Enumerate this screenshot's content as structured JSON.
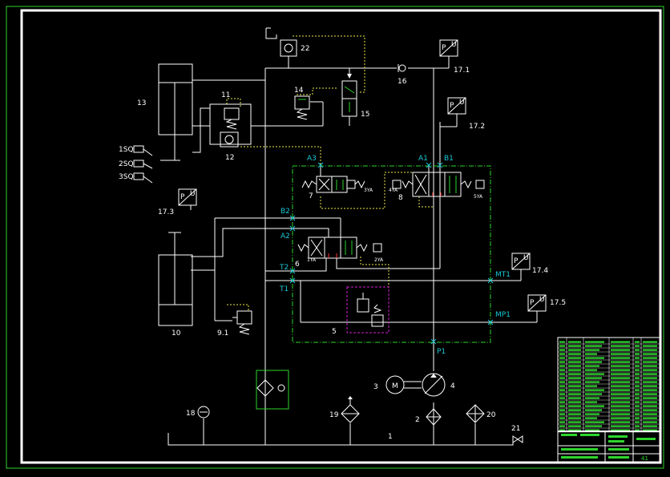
{
  "drawing": {
    "component_numbers": {
      "c1": "1",
      "c2": "2",
      "c3": "3",
      "c4": "4",
      "c5": "5",
      "c6": "6",
      "c7": "7",
      "c8": "8",
      "c91": "9.1",
      "c10": "10",
      "c11": "11",
      "c12": "12",
      "c13": "13",
      "c14": "14",
      "c15": "15",
      "c16": "16",
      "c171": "17.1",
      "c172": "17.2",
      "c173": "17.3",
      "c174": "17.4",
      "c175": "17.5",
      "c18": "18",
      "c19": "19",
      "c20": "20",
      "c21": "21",
      "c22": "22"
    },
    "switches": {
      "s1": "1SQ",
      "s2": "2SQ",
      "s3": "3SQ"
    },
    "solenoids": {
      "y1": "1YA",
      "y2": "2YA",
      "y3": "3YA",
      "y4": "4YA",
      "y5": "5YA"
    },
    "ports": {
      "A1": "A1",
      "B1": "B1",
      "A2": "A2",
      "B2": "B2",
      "A3": "A3",
      "T1": "T1",
      "T2": "T2",
      "P1": "P1",
      "MT1": "MT1",
      "MP1": "MP1"
    },
    "sensor_letters": {
      "p": "P",
      "u": "U"
    },
    "motor_letter": "M",
    "title_block": {
      "small_code": "41"
    }
  }
}
